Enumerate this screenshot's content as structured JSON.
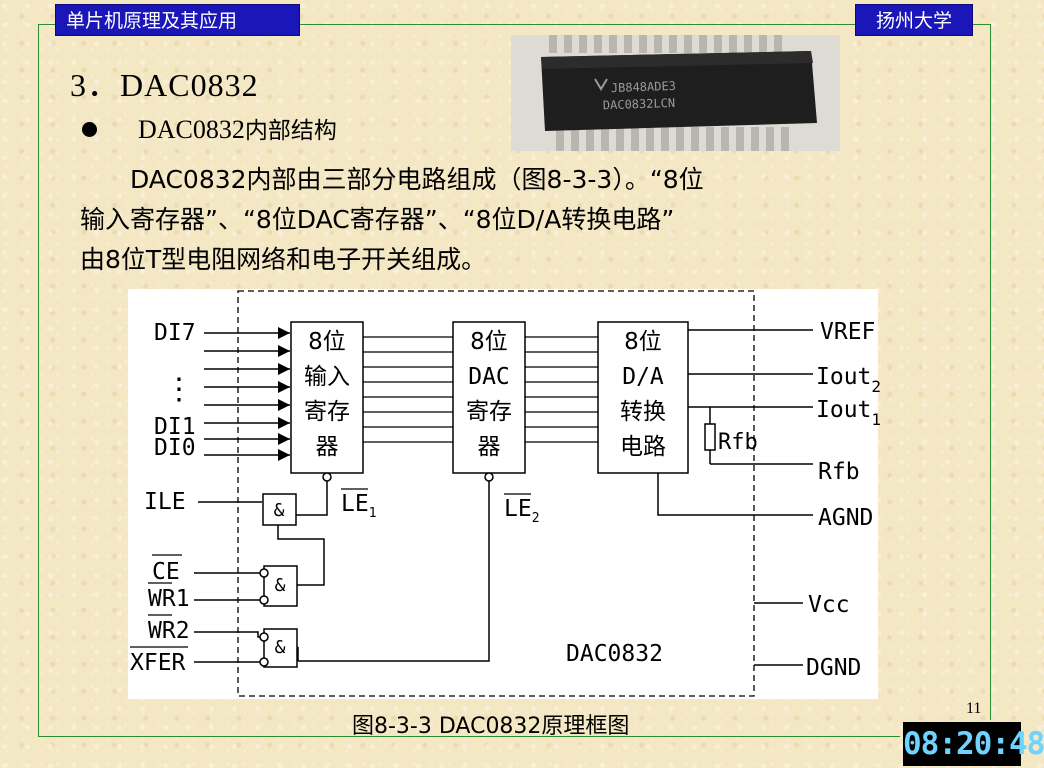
{
  "header": {
    "left": "单片机原理及其应用",
    "right": "扬州大学"
  },
  "title": "3．DAC0832",
  "bullet": {
    "en": "DAC0832",
    "cn": "内部结构"
  },
  "paragraph": {
    "line1": "　　DAC0832内部由三部分电路组成（图8-3-3）。“8位",
    "line2": "输入寄存器”、“8位DAC寄存器”、“8位D/A转换电路”",
    "line3": "由8位T型电阻网络和电子开关组成。"
  },
  "chip_photo": {
    "line1": "JB848ADE3",
    "line2": "DAC0832LCN"
  },
  "diagram": {
    "input_top": "DI7",
    "input_dots": "⋮",
    "input_b1": "DI1",
    "input_b0": "DI0",
    "block1": [
      "8位",
      "输入",
      "寄存",
      "器"
    ],
    "block2": [
      "8位",
      "DAC",
      "寄存",
      "器"
    ],
    "block3": [
      "8位",
      "D/A",
      "转换",
      "电路"
    ],
    "ile": "ILE",
    "le1": "LE",
    "le1_sub": "1",
    "le2": "LE",
    "le2_sub": "2",
    "and": "&",
    "ce": "CE",
    "wr1": "WR1",
    "wr2": "WR2",
    "xfer": "XFER",
    "vref": "VREF",
    "iout2": "Iout",
    "iout2_sub": "2",
    "iout1": "Iout",
    "iout1_sub": "1",
    "rfb_internal": "Rfb",
    "rfb": "Rfb",
    "agnd": "AGND",
    "vcc": "Vcc",
    "chip_name": "DAC0832",
    "dgnd": "DGND"
  },
  "caption": "图8-3-3  DAC0832原理框图",
  "page_number": "11",
  "clock": "08:20:48",
  "colors": {
    "header_bg": "#1a16b8",
    "frame_green": "#2e8b2e",
    "clock_digits": "#6fd3ff"
  }
}
